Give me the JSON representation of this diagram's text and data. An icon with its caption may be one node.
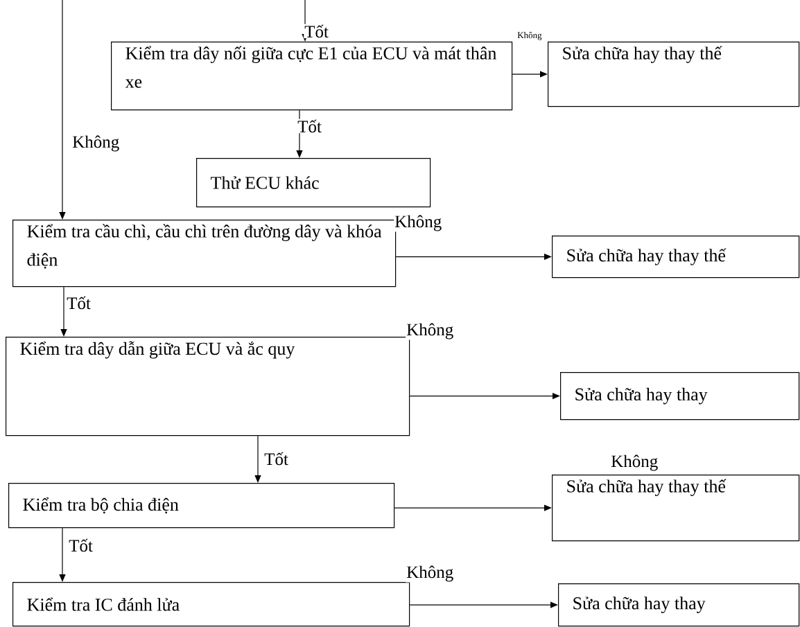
{
  "diagram": {
    "nodes": [
      {
        "text": [
          "Kiểm tra dây nối giữa cực E1 của ECU và mát thân xe"
        ]
      },
      {
        "text": [
          "Sửa chữa hay thay thế"
        ]
      },
      {
        "text": [
          "Thử ECU khác"
        ]
      },
      {
        "text": [
          "Kiểm tra cầu chì, cầu chì trên đường dây và khóa điện"
        ]
      },
      {
        "text": [
          "Sửa chữa hay thay thế"
        ]
      },
      {
        "text": [
          "Kiểm tra dây dẫn giữa ECU và ắc quy"
        ]
      },
      {
        "text": [
          "Sửa chữa hay thay"
        ]
      },
      {
        "text": [
          "Kiểm tra bộ chia điện"
        ]
      },
      {
        "text": [
          "Sửa chữa hay thay thế"
        ]
      },
      {
        "text": [
          "Kiểm tra IC đánh lửa"
        ]
      },
      {
        "text": [
          "Sửa chữa hay thay"
        ]
      }
    ],
    "edges": [
      {
        "from": null,
        "to": 0,
        "arrow": "to",
        "label": "Tốt"
      },
      {
        "from": 0,
        "to": 1,
        "arrow": "to",
        "label": "Không"
      },
      {
        "from": 0,
        "to": 2,
        "arrow": "to",
        "label": "Tốt"
      },
      {
        "from": null,
        "to": 3,
        "arrow": "to",
        "label": "Không"
      },
      {
        "from": 3,
        "to": 4,
        "arrow": "to",
        "label": "Không"
      },
      {
        "from": 3,
        "to": 5,
        "arrow": "to",
        "label": "Tốt"
      },
      {
        "from": 5,
        "to": 6,
        "arrow": "to",
        "label": "Không"
      },
      {
        "from": 5,
        "to": 7,
        "arrow": "to",
        "label": "Tốt"
      },
      {
        "from": 7,
        "to": 8,
        "arrow": "to",
        "label": "Không"
      },
      {
        "from": 7,
        "to": 9,
        "arrow": "to",
        "label": "Tốt"
      },
      {
        "from": 9,
        "to": 10,
        "arrow": "to",
        "label": "Không"
      }
    ]
  }
}
